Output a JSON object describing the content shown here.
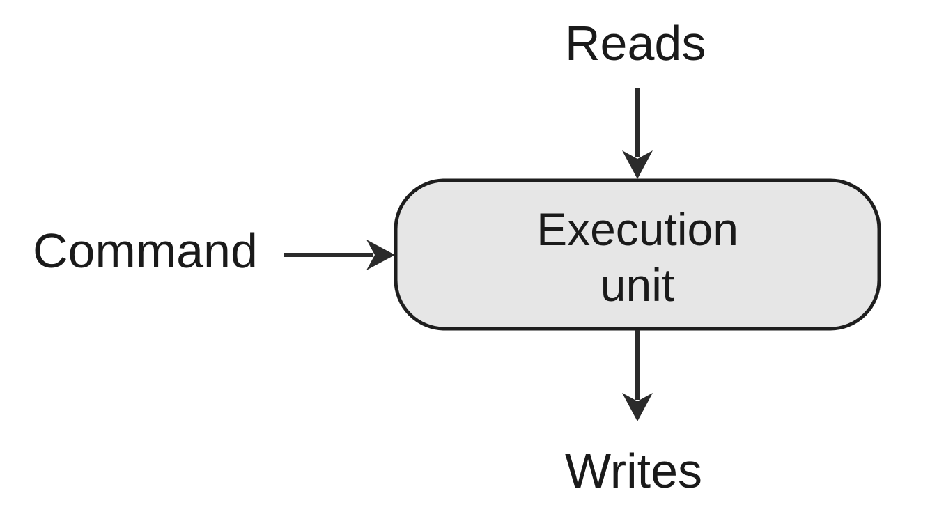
{
  "diagram": {
    "input_top": "Reads",
    "input_left": "Command",
    "output_bottom": "Writes",
    "process": {
      "line1": "Execution",
      "line2": "unit"
    }
  },
  "colors": {
    "stroke": "#2b2b2b",
    "box_fill": "#e6e6e6",
    "text": "#1a1a1a",
    "background": "#ffffff"
  }
}
